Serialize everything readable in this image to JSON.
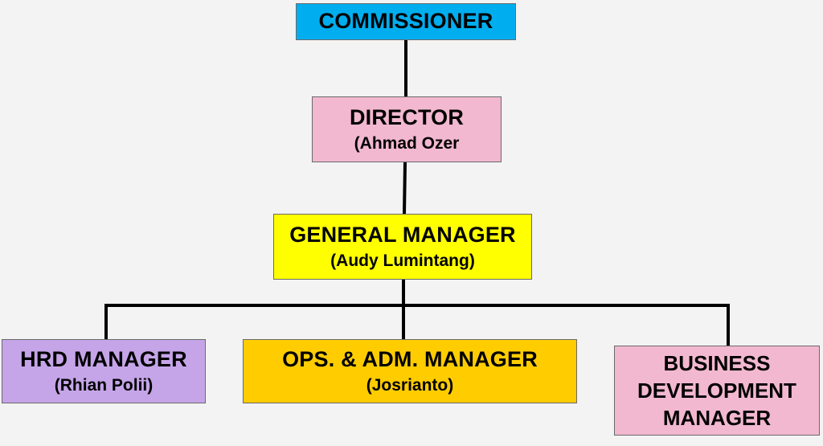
{
  "org_chart": {
    "commissioner": {
      "title": "COMMISSIONER"
    },
    "director": {
      "title": "DIRECTOR",
      "name": "(Ahmad Ozer"
    },
    "general_manager": {
      "title": "GENERAL MANAGER",
      "name": "(Audy Lumintang)"
    },
    "hrd_manager": {
      "title": "HRD MANAGER",
      "name": "(Rhian Polii)"
    },
    "ops_manager": {
      "title": "OPS. & ADM. MANAGER",
      "name": "(Josrianto)"
    },
    "bd_manager": {
      "title_lines": [
        "BUSINESS",
        "DEVELOPMENT",
        "MANAGER"
      ]
    }
  },
  "colors": {
    "commissioner": "#00aeef",
    "director": "#f2b8cf",
    "general_manager": "#ffff00",
    "hrd_manager": "#c5a5e8",
    "ops_manager": "#ffcc00",
    "bd_manager": "#f2b8cf",
    "connector": "#000000"
  }
}
